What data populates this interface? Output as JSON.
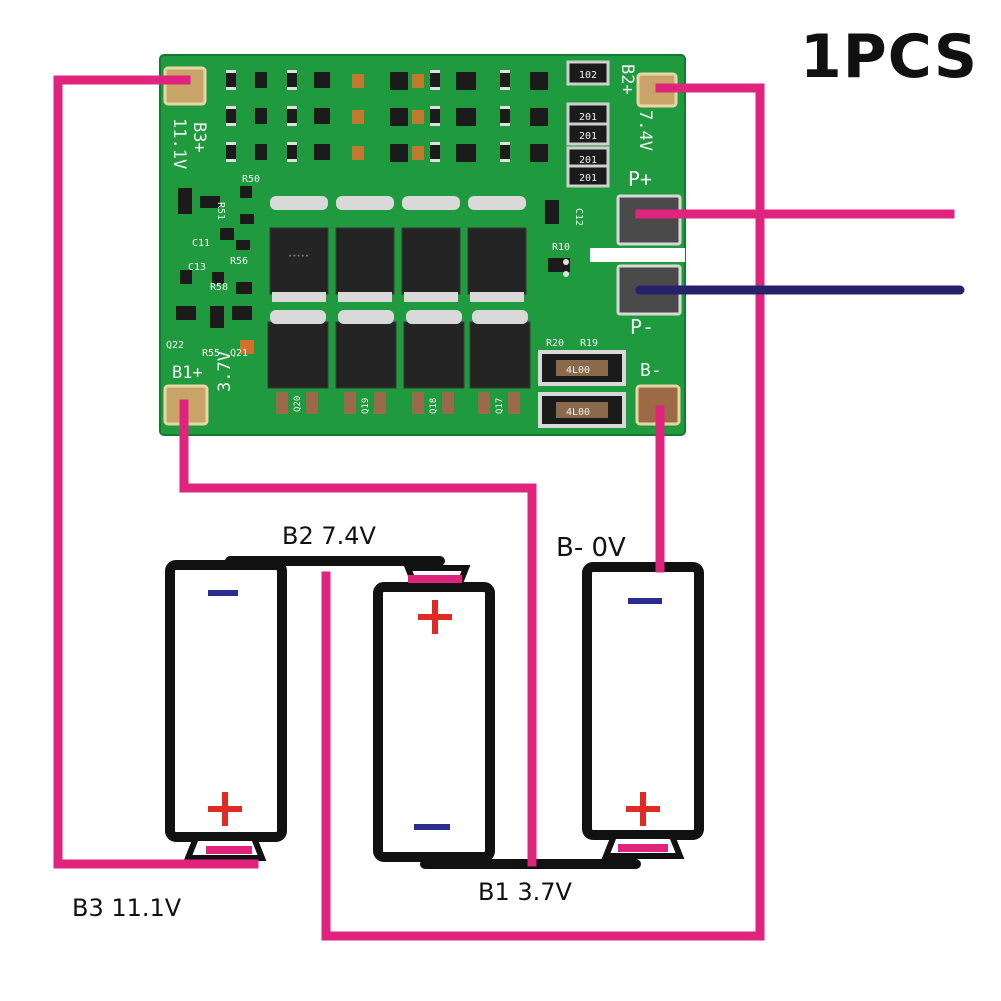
{
  "header": {
    "quantity": "1PCS"
  },
  "board": {
    "silk": {
      "b3p": "B3+",
      "b3v": "11.1V",
      "b2p": "B2+",
      "b2v": "7.4V",
      "b1p": "B1+",
      "b1v": "3.7V",
      "pplus": "P+",
      "pminus": "P-",
      "bminus": "B-",
      "r50": "R50",
      "r51": "R51",
      "c11": "C11",
      "c12": "C12",
      "c13": "C13",
      "r56": "R56",
      "r58": "R58",
      "q22": "Q22",
      "r55": "R55",
      "q21": "Q21",
      "r10": "R10",
      "r20": "R20",
      "r19": "R19",
      "q20": "Q20",
      "q19": "Q19",
      "q18": "Q18",
      "q17": "Q17",
      "smd201": "201",
      "smd102": "102",
      "shunt": "4L00"
    }
  },
  "diagram": {
    "labels": {
      "b3": "B3 11.1V",
      "b2": "B2 7.4V",
      "b1": "B1 3.7V",
      "bminus": "B- 0V"
    },
    "cells": [
      {
        "id": "cell-1",
        "top_terminal": "−",
        "bottom_terminal": "+"
      },
      {
        "id": "cell-2",
        "top_terminal": "+",
        "bottom_terminal": "−"
      },
      {
        "id": "cell-3",
        "top_terminal": "−",
        "bottom_terminal": "+"
      }
    ]
  },
  "colors": {
    "wire_pink": "#e0247e",
    "wire_navy": "#25226b",
    "pcb_green": "#1f9a3e",
    "pad_gold": "#c8a468",
    "terminal_plus": "#e02b25",
    "terminal_minus": "#2a2d8f"
  }
}
